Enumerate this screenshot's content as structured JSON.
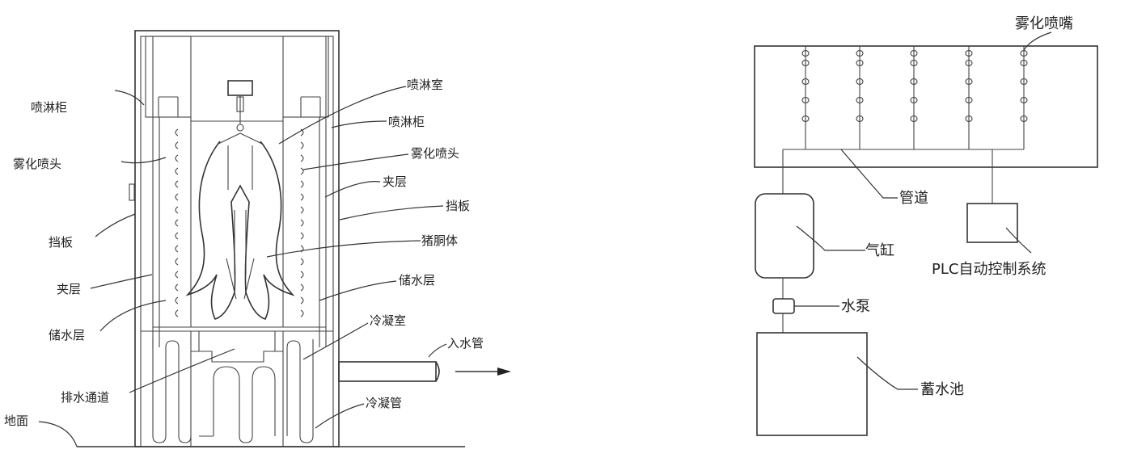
{
  "left_diagram": {
    "labels": {
      "spray_cabinet_left": "喷淋柜",
      "spray_room": "喷淋室",
      "spray_cabinet_right": "喷淋柜",
      "atomizer_left": "雾化喷头",
      "atomizer_right": "雾化喷头",
      "interlayer_right": "夹层",
      "baffle_left": "挡板",
      "baffle_right": "挡板",
      "carcass": "猪胴体",
      "interlayer_left": "夹层",
      "storage_right": "储水层",
      "storage_left": "储水层",
      "condense_room": "冷凝室",
      "inlet_pipe": "入水管",
      "drain_channel": "排水通道",
      "condense_pipe": "冷凝管",
      "ground": "地面"
    }
  },
  "right_diagram": {
    "labels": {
      "nozzle": "雾化喷嘴",
      "pipe": "管道",
      "cylinder": "气缸",
      "plc": "PLC自动控制系统",
      "pump": "水泵",
      "reservoir": "蓄水池"
    }
  }
}
